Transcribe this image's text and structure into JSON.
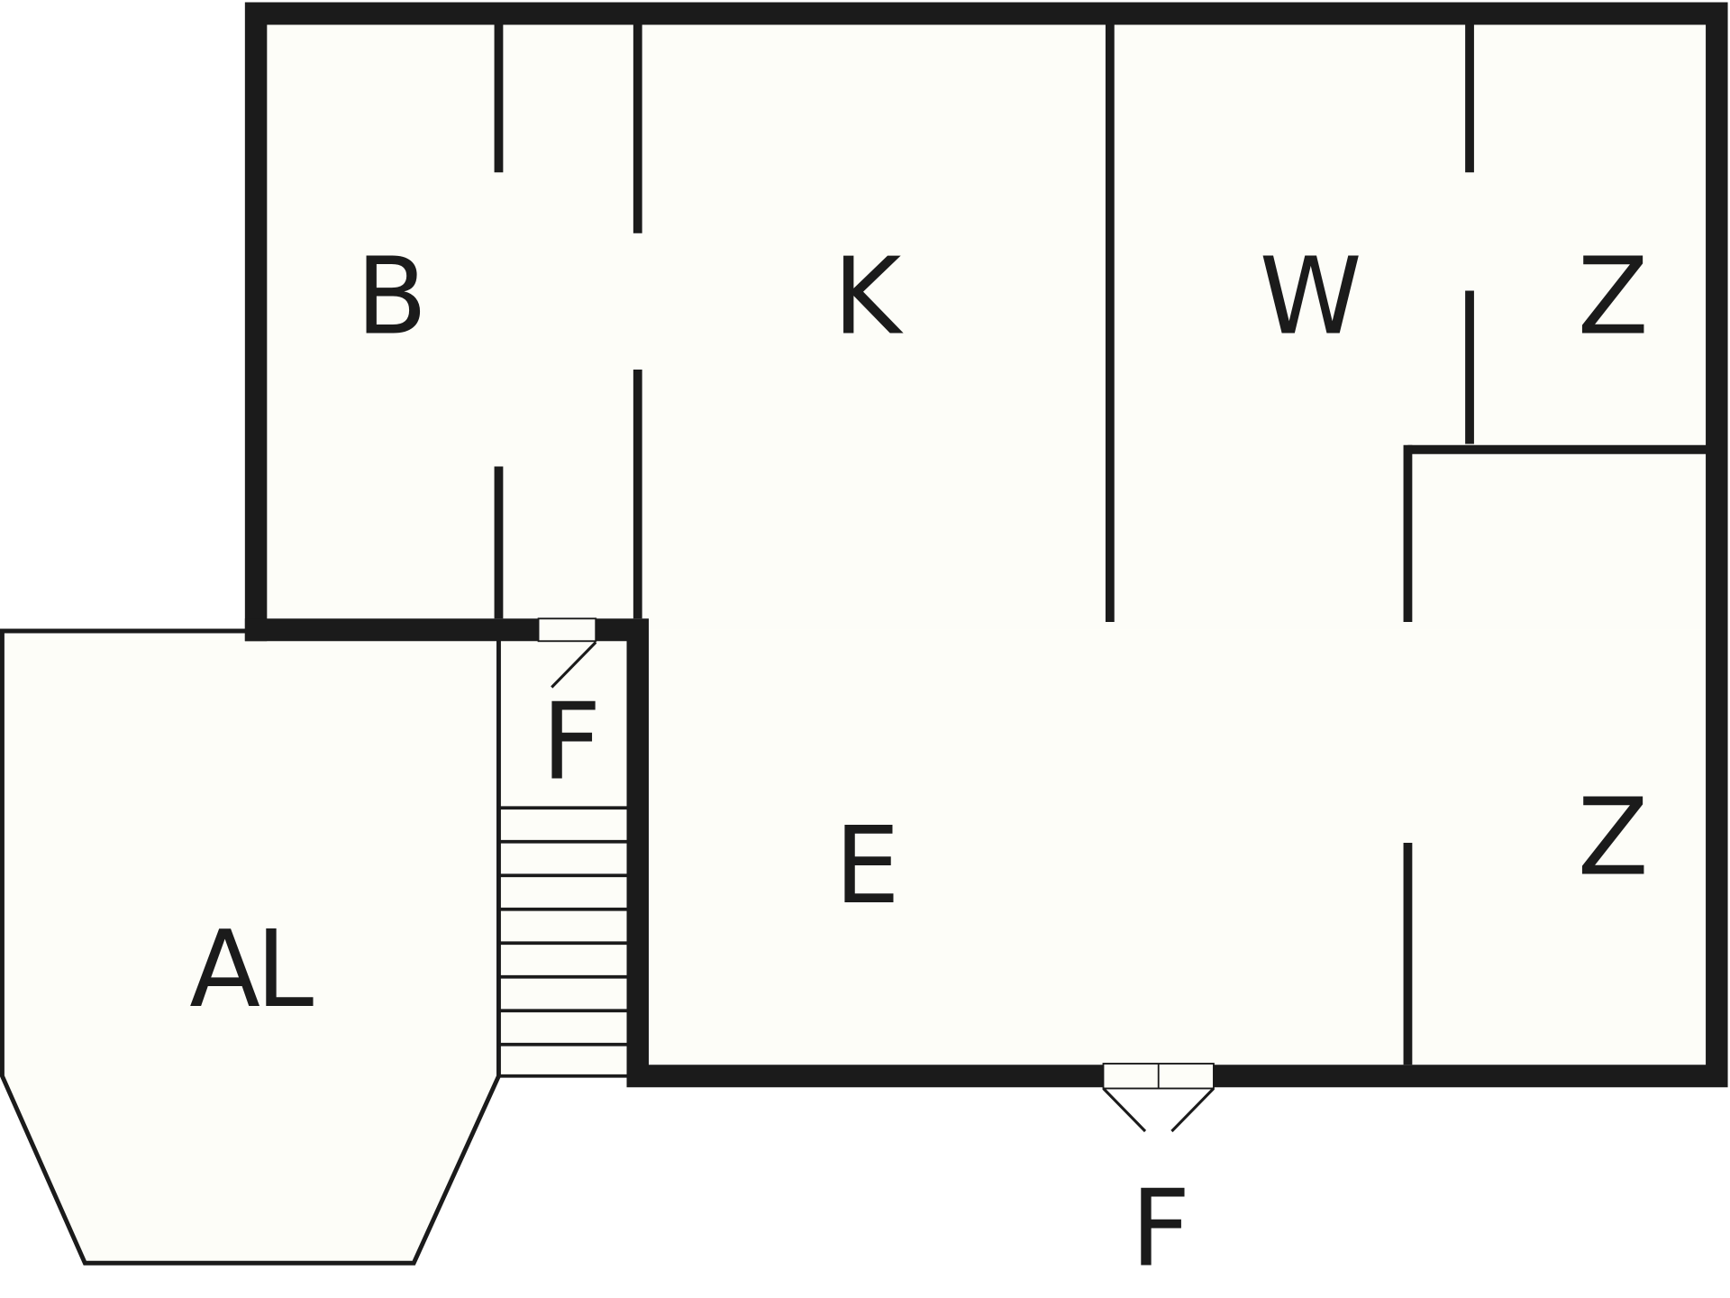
{
  "colors": {
    "background": "#ffffff",
    "floor": "#fdfdf8",
    "wall": "#1b1b1b",
    "label": "#1b1b1b"
  },
  "rooms": {
    "b": {
      "label": "B"
    },
    "k": {
      "label": "K"
    },
    "w": {
      "label": "W"
    },
    "z_upper": {
      "label": "Z"
    },
    "z_lower": {
      "label": "Z"
    },
    "e": {
      "label": "E"
    },
    "f_stair": {
      "label": "F"
    },
    "f_outside": {
      "label": "F"
    },
    "al": {
      "label": "AL"
    }
  }
}
